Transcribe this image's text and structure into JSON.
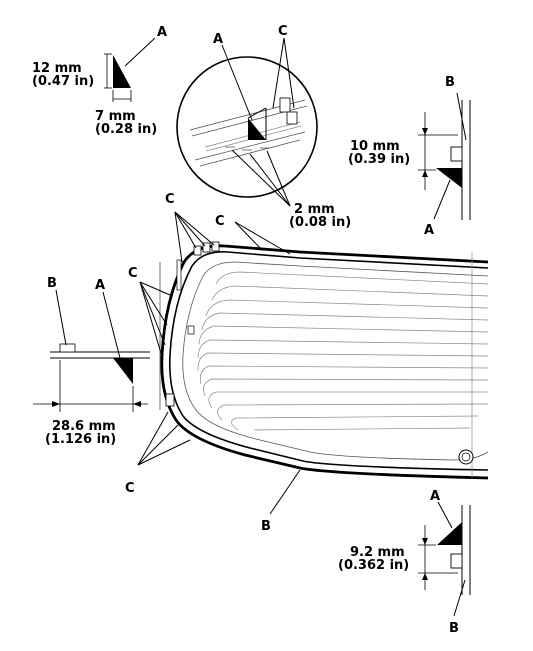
{
  "labels": {
    "a": "A",
    "b": "B",
    "c": "C"
  },
  "dimensions": {
    "height_12": {
      "mm": "12 mm",
      "inch": "(0.47 in)"
    },
    "width_7": {
      "mm": "7 mm",
      "inch": "(0.28 in)"
    },
    "gap_2": {
      "mm": "2 mm",
      "inch": "(0.08 in)"
    },
    "offset_10": {
      "mm": "10 mm",
      "inch": "(0.39 in)"
    },
    "offset_28_6": {
      "mm": "28.6 mm",
      "inch": "(1.126 in)"
    },
    "offset_9_2": {
      "mm": "9.2 mm",
      "inch": "(0.362 in)"
    }
  }
}
